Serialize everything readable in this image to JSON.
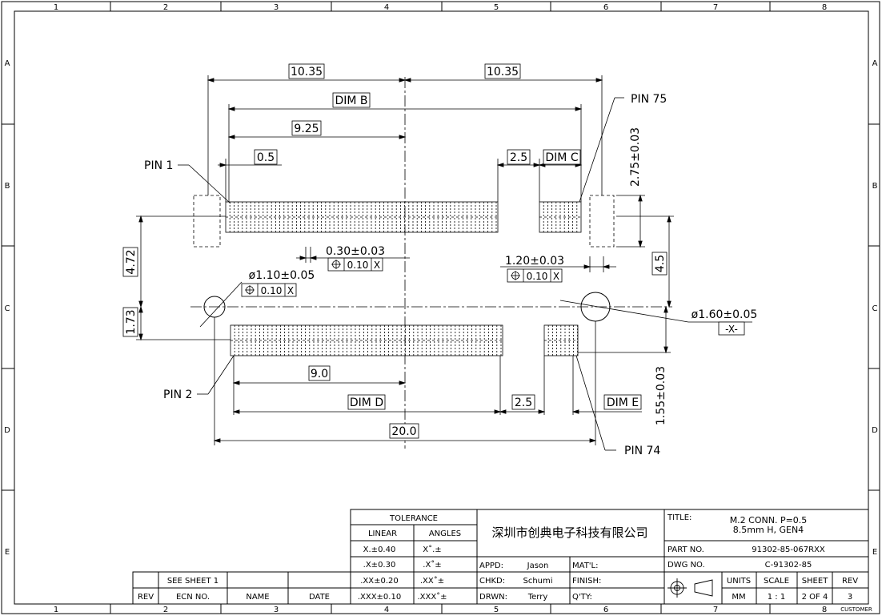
{
  "frame": {
    "columns": [
      "1",
      "2",
      "3",
      "4",
      "5",
      "6",
      "7",
      "8"
    ],
    "rows": [
      "A",
      "B",
      "C",
      "D",
      "E"
    ]
  },
  "dims": {
    "top_left": "10.35",
    "top_right": "10.35",
    "dim_b": "DIM B",
    "d925": "9.25",
    "d05": "0.5",
    "d25_top": "2.5",
    "dim_c": "DIM C",
    "d275": "2.75±0.03",
    "d472": "4.72",
    "d173": "1.73",
    "d45": "4.5",
    "d030": "0.30±0.03",
    "tol_030": "0.10",
    "ref_030": "X",
    "d120": "1.20±0.03",
    "tol_120": "0.10",
    "ref_120": "X",
    "d110": "ø1.10±0.05",
    "tol_110": "0.10",
    "ref_110": "X",
    "d160": "ø1.60±0.05",
    "datum_x": "-X-",
    "d155": "1.55±0.03",
    "d90": "9.0",
    "dim_d": "DIM D",
    "d25_bot": "2.5",
    "dim_e": "DIM E",
    "d200": "20.0"
  },
  "pins": {
    "pin1": "PIN 1",
    "pin2": "PIN 2",
    "pin74": "PIN 74",
    "pin75": "PIN 75"
  },
  "title_block": {
    "tolerance": "TOLERANCE",
    "linear": "LINEAR",
    "angles": "ANGLES",
    "lin_rows": [
      "X.±0.40",
      ".X±0.30",
      ".XX±0.20",
      ".XXX±0.10"
    ],
    "ang_rows": [
      "X˚.±",
      ".X˚±",
      ".XX˚±",
      ".XXX˚±"
    ],
    "company": "深圳市创典电子科技有限公司",
    "appd_label": "APPD:",
    "appd": "Jason",
    "chkd_label": "CHKD:",
    "chkd": "Schumi",
    "drwn_label": "DRWN:",
    "drwn": "Terry",
    "matl_label": "MAT'L:",
    "finish_label": "FINISH:",
    "qty_label": "Q'TY:",
    "title_label": "TITLE:",
    "title_line1": "M.2  CONN.  P=0.5",
    "title_line2": "8.5mm  H,  GEN4",
    "partno_label": "PART  NO.",
    "partno": "91302-85-067RXX",
    "dwgno_label": "DWG  NO.",
    "dwgno": "C-91302-85",
    "units_label": "UNITS",
    "units": "MM",
    "scale_label": "SCALE",
    "scale": "1  :  1",
    "sheet_label": "SHEET",
    "sheet": "2  OF  4",
    "rev_label": "REV",
    "rev": "3",
    "see_sheet": "SEE  SHEET  1",
    "rev_col": "REV",
    "ecn_col": "ECN  NO.",
    "name_col": "NAME",
    "date_col": "DATE",
    "customer": "CUSTOMER"
  }
}
